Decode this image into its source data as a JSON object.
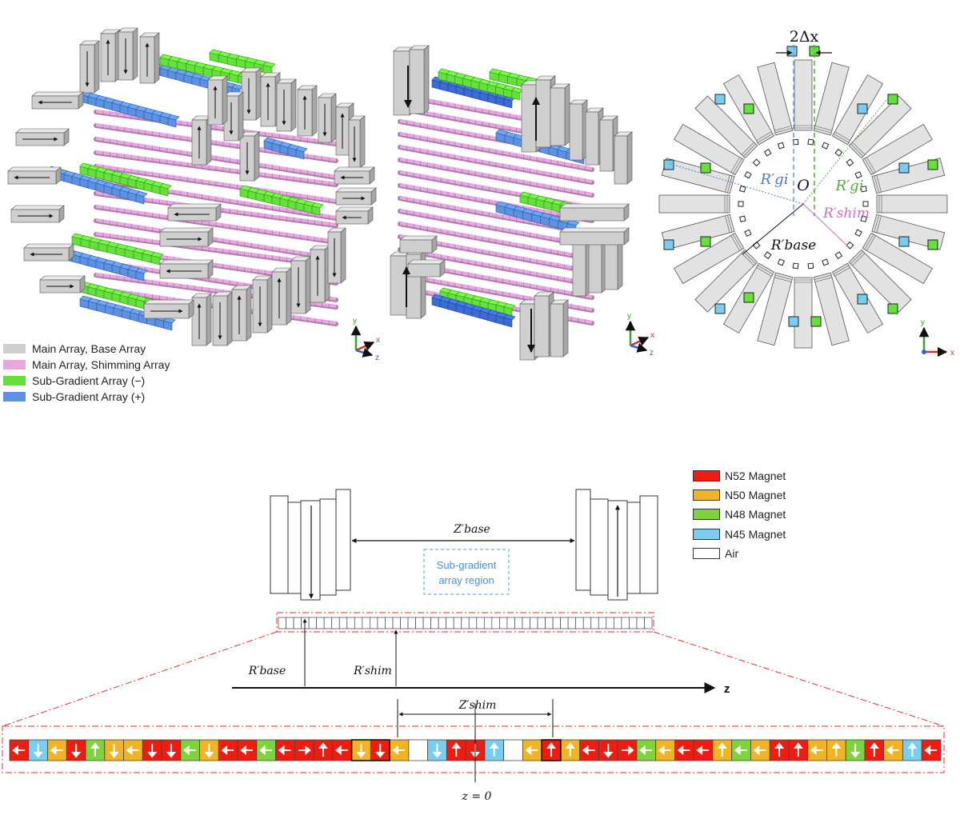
{
  "colors": {
    "base": "#cfcfcf",
    "shim": "#e9a6e3",
    "sub_minus": "#63e23a",
    "sub_plus": "#5c92e6",
    "n52": "#f01c12",
    "n50": "#f0b424",
    "n48": "#7ed43c",
    "n45": "#78cdf0",
    "air": "#ffffff",
    "dash": "#e2322c",
    "rgi_blue": "#4a7fc0",
    "rgi_green": "#58a93a",
    "shim_pink": "#d06cc0"
  },
  "top_legend": [
    {
      "label": "Main Array, Base Array",
      "color": "#cfcfcf"
    },
    {
      "label": "Main Array, Shimming Array",
      "color": "#e9a6e3"
    },
    {
      "label": "Sub-Gradient Array (−)",
      "color": "#63e23a"
    },
    {
      "label": "Sub-Gradient Array (+)",
      "color": "#5c92e6"
    }
  ],
  "magnet_legend": [
    {
      "label": "N52 Magnet",
      "color": "#f01c12"
    },
    {
      "label": "N50 Magnet",
      "color": "#f0b424"
    },
    {
      "label": "N48 Magnet",
      "color": "#7ed43c"
    },
    {
      "label": "N45 Magnet",
      "color": "#78cdf0"
    },
    {
      "label": "Air",
      "color": "#ffffff"
    }
  ],
  "axes_labels": {
    "x": "x",
    "y": "y",
    "z": "z"
  },
  "cross_section": {
    "offset_label": "2Δx",
    "center_label": "O",
    "rgi_blue": "R′gi",
    "rgi_green": "R′gi",
    "rshim": "R′shim",
    "rbase": "R′base"
  },
  "side_view": {
    "zbase_label": "Z′base",
    "region_label_1": "Sub-gradient",
    "region_label_2": "array region",
    "rbase_label": "R′base",
    "rshim_label": "R′shim",
    "z_axis_label": "z"
  },
  "strip": {
    "zshim_label": "Z′shim",
    "zero_label": "z = 0",
    "cells": [
      [
        "r",
        "L"
      ],
      [
        "c",
        "D"
      ],
      [
        "y",
        "L"
      ],
      [
        "r",
        "D"
      ],
      [
        "g",
        "U"
      ],
      [
        "y",
        "D"
      ],
      [
        "y",
        "L"
      ],
      [
        "r",
        "D"
      ],
      [
        "r",
        "D"
      ],
      [
        "g",
        "L"
      ],
      [
        "y",
        "D"
      ],
      [
        "r",
        "L"
      ],
      [
        "r",
        "L"
      ],
      [
        "g",
        "L"
      ],
      [
        "r",
        "L"
      ],
      [
        "r",
        "R"
      ],
      [
        "r",
        "U"
      ],
      [
        "r",
        "L"
      ],
      [
        "y",
        "D"
      ],
      [
        "r",
        "D"
      ],
      [
        "y",
        "L"
      ],
      [
        "w",
        ""
      ],
      [
        "c",
        "D"
      ],
      [
        "r",
        "U"
      ],
      [
        "r",
        "D"
      ],
      [
        "c",
        "U"
      ],
      [
        "w",
        ""
      ],
      [
        "y",
        "L"
      ],
      [
        "r",
        "U"
      ],
      [
        "y",
        "U"
      ],
      [
        "r",
        "L"
      ],
      [
        "r",
        "D"
      ],
      [
        "r",
        "R"
      ],
      [
        "g",
        "L"
      ],
      [
        "y",
        "L"
      ],
      [
        "r",
        "L"
      ],
      [
        "r",
        "L"
      ],
      [
        "y",
        "U"
      ],
      [
        "g",
        "L"
      ],
      [
        "y",
        "L"
      ],
      [
        "r",
        "U"
      ],
      [
        "r",
        "U"
      ],
      [
        "y",
        "L"
      ],
      [
        "y",
        "U"
      ],
      [
        "g",
        "D"
      ],
      [
        "r",
        "U"
      ],
      [
        "y",
        "L"
      ],
      [
        "c",
        "U"
      ],
      [
        "r",
        "L"
      ]
    ]
  }
}
